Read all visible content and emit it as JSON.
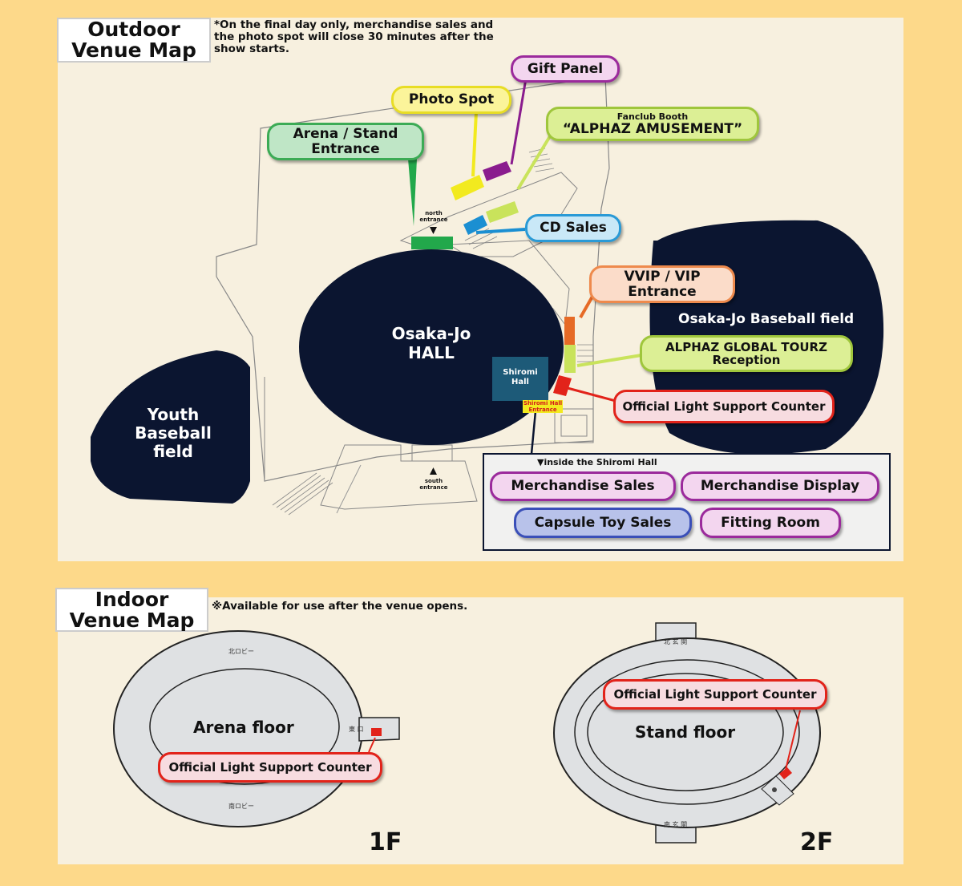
{
  "outdoor": {
    "title_line1": "Outdoor",
    "title_line2": "Venue Map",
    "note": "*On the final day only, merchandise sales and the photo spot will close 30 minutes after the show starts.",
    "hall_line1": "Osaka-Jo",
    "hall_line2": "HALL",
    "shiromi_hall_line1": "Shiromi",
    "shiromi_hall_line2": "Hall",
    "shiromi_entrance_line1": "Shiromi Hall",
    "shiromi_entrance_line2": "Entrance",
    "youth_line1": "Youth",
    "youth_line2": "Baseball",
    "youth_line3": "field",
    "baseball_field": "Osaka-Jo Baseball field",
    "north_entrance_line1": "north",
    "north_entrance_line2": "entrance",
    "south_entrance_line1": "south",
    "south_entrance_line2": "entrance",
    "labels": {
      "gift_panel": "Gift Panel",
      "photo_spot": "Photo Spot",
      "fanclub_small": "Fanclub Booth",
      "fanclub_big": "“ALPHAZ AMUSEMENT”",
      "arena_stand_line1": "Arena / Stand",
      "arena_stand_line2": "Entrance",
      "cd_sales": "CD Sales",
      "vvip_line1": "VVIP / VIP",
      "vvip_line2": "Entrance",
      "global_line1": "ALPHAZ GLOBAL TOURZ",
      "global_line2": "Reception",
      "light_support": "Official Light Support Counter"
    },
    "shiromi_inside": {
      "heading": "▼inside the Shiromi Hall",
      "merch_sales": "Merchandise Sales",
      "merch_display": "Merchandise Display",
      "capsule": "Capsule Toy Sales",
      "fitting": "Fitting Room"
    }
  },
  "indoor": {
    "title_line1": "Indoor",
    "title_line2": "Venue Map",
    "note": "※Available for use after the venue opens.",
    "floor1": {
      "label": "Arena floor",
      "north_lobby": "北ロビー",
      "south_lobby": "南ロビー",
      "east_exit": "東 口",
      "counter": "Official Light Support Counter",
      "number": "1F"
    },
    "floor2": {
      "label": "Stand floor",
      "north_gate": "北 玄 関",
      "south_gate": "南 玄 関",
      "counter": "Official Light Support Counter",
      "number": "2F"
    }
  },
  "colors": {
    "background": "#fdd98a",
    "panel": "#f7f0df",
    "navy": "#0b1530",
    "teal": "#1d5a78",
    "green": "#22a84b",
    "yellow": "#f2ea1f",
    "purple": "#8a1c8e",
    "lime": "#c9e35b",
    "blue": "#1b8fd2",
    "orange": "#e66a26",
    "red": "#e2231a"
  }
}
